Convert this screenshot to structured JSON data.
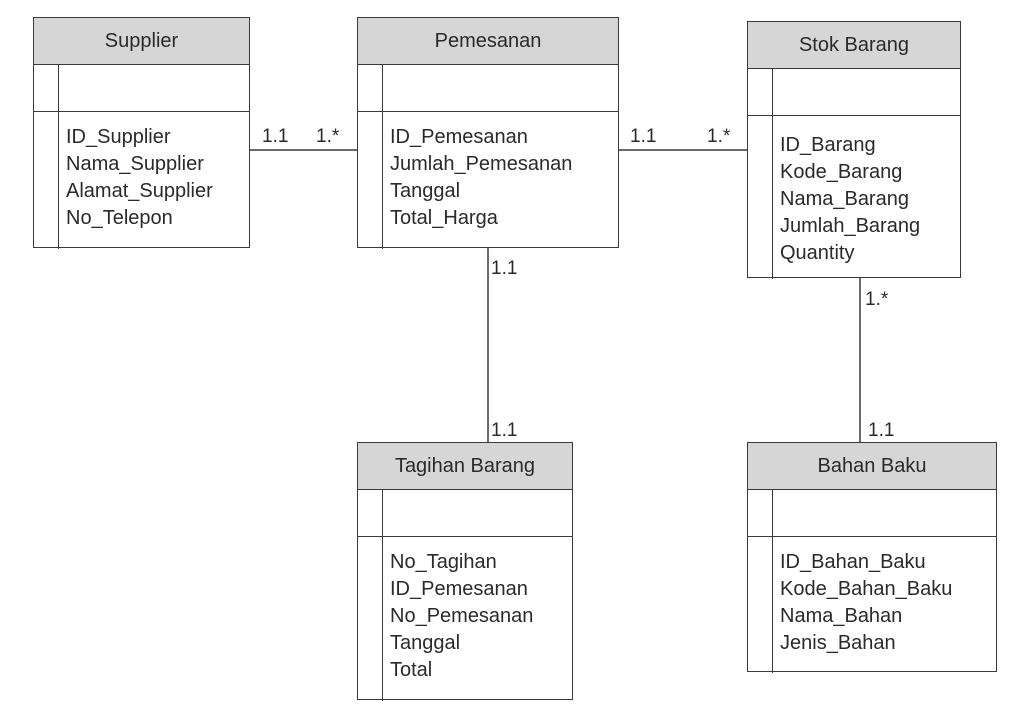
{
  "entities": {
    "supplier": {
      "title": "Supplier",
      "attributes": [
        "ID_Supplier",
        "Nama_Supplier",
        "Alamat_Supplier",
        "No_Telepon"
      ]
    },
    "pemesanan": {
      "title": "Pemesanan",
      "attributes": [
        "ID_Pemesanan",
        "Jumlah_Pemesanan",
        "Tanggal",
        "Total_Harga"
      ]
    },
    "stok_barang": {
      "title": "Stok Barang",
      "attributes": [
        "ID_Barang",
        "Kode_Barang",
        "Nama_Barang",
        "Jumlah_Barang",
        "Quantity"
      ]
    },
    "tagihan_barang": {
      "title": "Tagihan Barang",
      "attributes": [
        "No_Tagihan",
        "ID_Pemesanan",
        "No_Pemesanan",
        "Tanggal",
        "Total"
      ]
    },
    "bahan_baku": {
      "title": "Bahan Baku",
      "attributes": [
        "ID_Bahan_Baku",
        "Kode_Bahan_Baku",
        "Nama_Bahan",
        "Jenis_Bahan"
      ]
    }
  },
  "relations": {
    "supplier_pemesanan": {
      "from_mult": "1.1",
      "to_mult": "1.*"
    },
    "pemesanan_stok": {
      "from_mult": "1.1",
      "to_mult": "1.*"
    },
    "pemesanan_tagihan": {
      "from_mult": "1.1",
      "to_mult": "1.1"
    },
    "stok_bahan": {
      "from_mult": "1.*",
      "to_mult": "1.1"
    }
  },
  "colors": {
    "header_fill": "#d6d6d6",
    "line": "#3a3a3a"
  }
}
